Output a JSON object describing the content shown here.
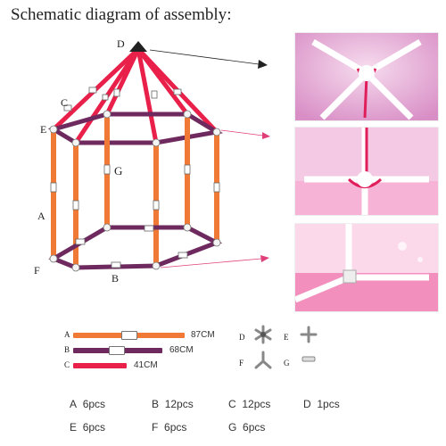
{
  "title": "Schematic diagram of assembly",
  "labels": {
    "A": "A",
    "B": "B",
    "C": "C",
    "D": "D",
    "E": "E",
    "F": "F",
    "G": "G"
  },
  "colors": {
    "orange": "#f07a35",
    "purple": "#6e2a5e",
    "red": "#e8204a",
    "arrow": "#e0407a"
  },
  "poles": [
    {
      "letter": "A",
      "length": "87CM",
      "color": "#f07a35"
    },
    {
      "letter": "B",
      "length": "68CM",
      "color": "#6e2a5e"
    },
    {
      "letter": "C",
      "length": "41CM",
      "color": "#e8204a"
    }
  ],
  "connectors": [
    {
      "letter": "D",
      "icon": "star-connector-icon"
    },
    {
      "letter": "E",
      "icon": "cross-connector-icon"
    },
    {
      "letter": "F",
      "icon": "tripod-connector-icon"
    },
    {
      "letter": "G",
      "icon": "straight-connector-icon"
    }
  ],
  "counts": [
    {
      "letter": "A",
      "qty": "6pcs"
    },
    {
      "letter": "B",
      "qty": "12pcs"
    },
    {
      "letter": "C",
      "qty": "12pcs"
    },
    {
      "letter": "D",
      "qty": "1pcs"
    },
    {
      "letter": "E",
      "qty": "6pcs"
    },
    {
      "letter": "F",
      "qty": "6pcs"
    },
    {
      "letter": "G",
      "qty": "6pcs"
    }
  ]
}
